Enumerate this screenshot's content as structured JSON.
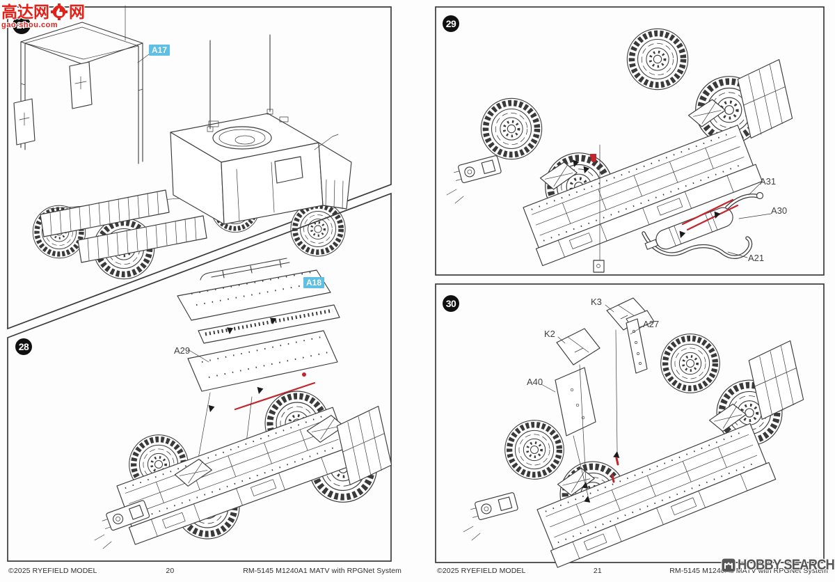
{
  "watermarks": {
    "gaoshou_line1": "高达网",
    "gaoshou_line2": "gao-shou.com",
    "hobby_search": "HOBBY SEARCH"
  },
  "pages": {
    "left": {
      "copyright": "©2025 RYEFIELD MODEL",
      "page_number": "20",
      "product": "RM-5145 M1240A1 MATV with RPGNet System",
      "steps": {
        "s27": {
          "number": "27",
          "labels": {
            "a17": "A17"
          }
        },
        "s28": {
          "number": "28",
          "labels": {
            "a18": "A18",
            "a29": "A29"
          }
        }
      }
    },
    "right": {
      "copyright": "©2025 RYEFIELD MODEL",
      "page_number": "21",
      "product": "RM-5145 M1240A1 MATV with RPGNet System",
      "steps": {
        "s29": {
          "number": "29",
          "labels": {
            "a31": "A31",
            "a30": "A30",
            "a21": "A21"
          }
        },
        "s30": {
          "number": "30",
          "labels": {
            "k3": "K3",
            "k2": "K2",
            "a27": "A27",
            "a40": "A40"
          }
        }
      }
    }
  },
  "colors": {
    "highlight_label_bg": "#5ec1e4",
    "accent_red": "#c2252b",
    "line": "#3a3a3a"
  }
}
